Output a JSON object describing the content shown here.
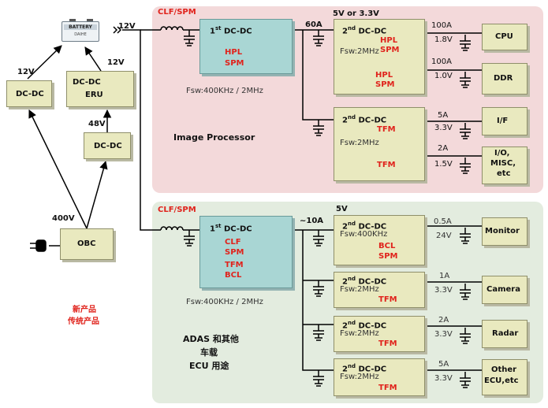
{
  "labels": {
    "v12_in": "12V",
    "v12_left": "12V",
    "v12_eru": "12V",
    "v48": "48V",
    "v400": "400V",
    "clf_spm_top": "CLF/SPM",
    "clf_spm_bottom": "CLF/SPM",
    "a60": "60A",
    "v5_or_33": "5V or 3.3V",
    "a10": "~10A",
    "v5": "5V"
  },
  "left": {
    "battery": "BATTERY",
    "battery_sub": "DAIHE",
    "dcdc_left": "DC-DC",
    "dcdc_eru_line1": "DC-DC",
    "dcdc_eru_line2": "ERU",
    "dcdc_48": "DC-DC",
    "obc": "OBC",
    "legend_new": "新产品",
    "legend_traditional": "传统产品"
  },
  "top_panel": {
    "first_stage": {
      "title_pre": "1",
      "title_sup": "st",
      "title_post": " DC-DC",
      "tag1": "HPL",
      "tag2": "SPM",
      "fsw": "Fsw:400KHz / 2MHz"
    },
    "second_a": {
      "title_pre": "2",
      "title_sup": "nd",
      "title_post": " DC-DC",
      "tag_hpl1": "HPL",
      "tag_spm1": "SPM",
      "fsw": "Fsw:2MHz",
      "tag_hpl2": "HPL",
      "tag_spm2": "SPM"
    },
    "second_b": {
      "title_pre": "2",
      "title_sup": "nd",
      "title_post": " DC-DC",
      "tag1": "TFM",
      "fsw": "Fsw:2MHz",
      "tag2": "TFM"
    },
    "outputs": [
      {
        "current": "100A",
        "voltage": "1.8V",
        "load": "CPU"
      },
      {
        "current": "100A",
        "voltage": "1.0V",
        "load": "DDR"
      },
      {
        "current": "5A",
        "voltage": "3.3V",
        "load": "I/F"
      },
      {
        "current": "2A",
        "voltage": "1.5V",
        "load_lines": [
          "I/O,",
          "MISC,",
          "etc"
        ]
      }
    ],
    "caption": "Image Processor"
  },
  "bottom_panel": {
    "first_stage": {
      "title_pre": "1",
      "title_sup": "st",
      "title_post": " DC-DC",
      "tags": [
        "CLF",
        "SPM",
        "TFM",
        "BCL"
      ],
      "fsw": "Fsw:400KHz / 2MHz"
    },
    "rows": [
      {
        "title_pre": "2",
        "title_sup": "nd",
        "title_post": " DC-DC",
        "fsw": "Fsw:400KHz",
        "tags": [
          "BCL",
          "SPM"
        ],
        "current": "0.5A",
        "voltage": "24V",
        "load": "Monitor"
      },
      {
        "title_pre": "2",
        "title_sup": "nd",
        "title_post": " DC-DC",
        "fsw": "Fsw:2MHz",
        "tags": [
          "TFM"
        ],
        "current": "1A",
        "voltage": "3.3V",
        "load": "Camera"
      },
      {
        "title_pre": "2",
        "title_sup": "nd",
        "title_post": " DC-DC",
        "fsw": "Fsw:2MHz",
        "tags": [
          "TFM"
        ],
        "current": "2A",
        "voltage": "3.3V",
        "load": "Radar"
      },
      {
        "title_pre": "2",
        "title_sup": "nd",
        "title_post": " DC-DC",
        "fsw": "Fsw:2MHz",
        "tags": [
          "TFM"
        ],
        "current": "5A",
        "voltage": "3.3V",
        "load_lines": [
          "Other",
          "ECU,etc"
        ]
      }
    ],
    "caption_lines": [
      "ADAS 和其他",
      "车载",
      "ECU 用途"
    ]
  },
  "colors": {
    "top_panel": "#f3d9da",
    "bottom_panel": "#e3ecdf",
    "module": "#e9e9bf",
    "first_stage": "#a9d6d4",
    "accent_red": "#e0221b"
  }
}
